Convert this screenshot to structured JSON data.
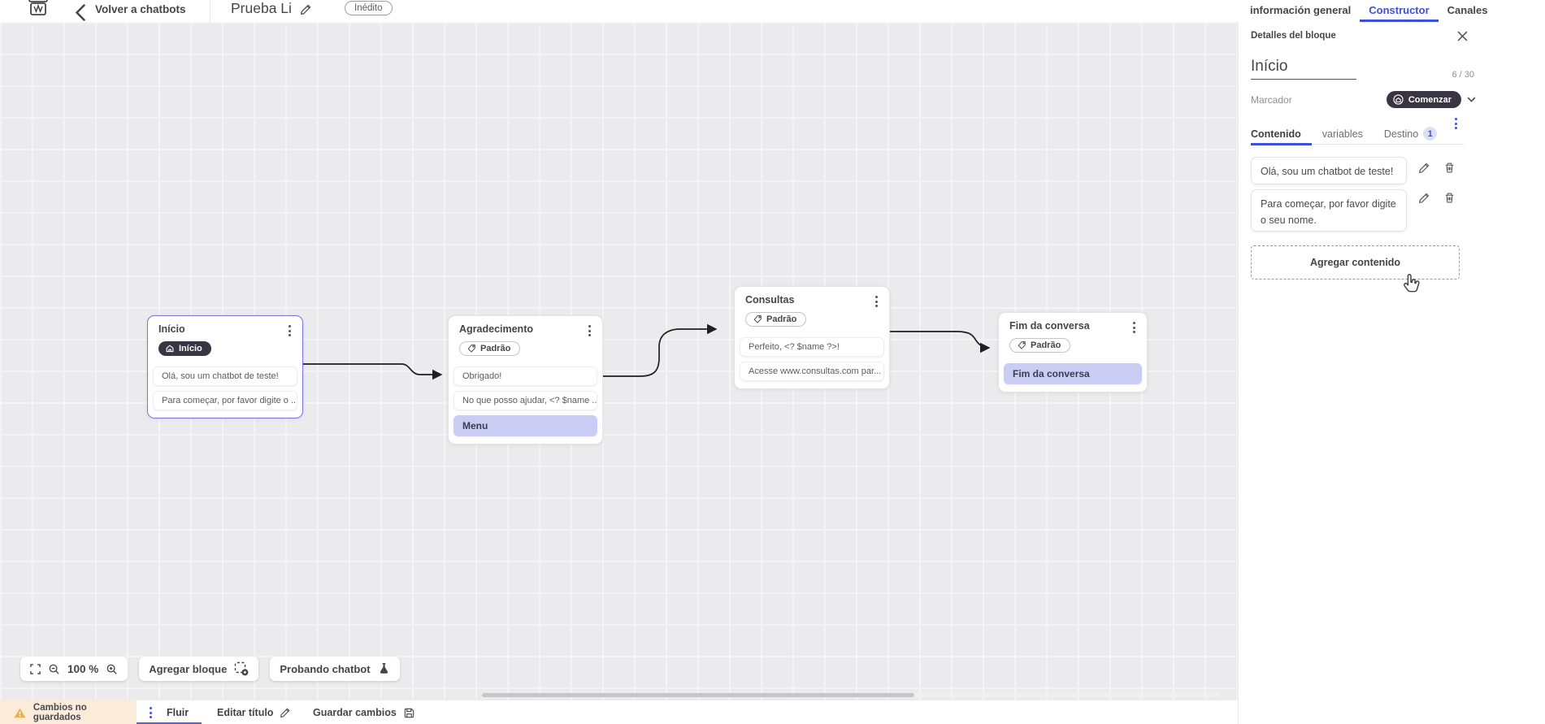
{
  "topbar": {
    "back_label": "Volver a chatbots",
    "title": "Prueba Li",
    "status_badge": "Inédito",
    "tabs": [
      {
        "label": "información general"
      },
      {
        "label": "Constructor"
      },
      {
        "label": "Canales"
      }
    ]
  },
  "panel": {
    "title": "Detalles del bloque",
    "block_name": "Início",
    "char_counter": "6 / 30",
    "marker_label": "Marcador",
    "marker_value": "Comenzar",
    "tabs": [
      {
        "label": "Contenido"
      },
      {
        "label": "variables"
      },
      {
        "label": "Destino",
        "badge": "1"
      }
    ],
    "contents": [
      "Olá, sou um chatbot de teste!",
      "Para começar, por favor digite o seu nome."
    ],
    "add_content_label": "Agregar contenido"
  },
  "canvas": {
    "zoom_level": "100 %",
    "add_block_label": "Agregar bloque",
    "test_chatbot_label": "Probando chatbot",
    "nodes": [
      {
        "title": "Início",
        "badge": "Início",
        "rows": [
          {
            "text": "Olá, sou um chatbot de teste!"
          },
          {
            "text": "Para começar, por favor digite o ..."
          }
        ]
      },
      {
        "title": "Agradecimento",
        "badge": "Padrão",
        "rows": [
          {
            "text": "Obrigado!"
          },
          {
            "text": "No que posso ajudar, <? $name ..."
          },
          {
            "text": "Menu"
          }
        ]
      },
      {
        "title": "Consultas",
        "badge": "Padrão",
        "rows": [
          {
            "text": "Perfeito, <? $name ?>!"
          },
          {
            "text": "Acesse www.consultas.com par..."
          }
        ]
      },
      {
        "title": "Fim da conversa",
        "badge": "Padrão",
        "rows": [
          {
            "text": "Fim da conversa"
          }
        ]
      }
    ]
  },
  "statusbar": {
    "warning": "Cambios no guardados",
    "flow_tab": "Fluir",
    "edit_title_label": "Editar título",
    "save_label": "Guardar cambios"
  },
  "colors": {
    "accent_blue": "#3D50DD",
    "flow_underline": "#5B5FC7",
    "selected_node_border": "#7E71E0",
    "dark_badge": "#3A3542",
    "highlight_row": "#C9CDF3",
    "warning_bg": "#FAECD8",
    "warning_icon": "#E8A33D",
    "canvas_bg": "#EBEBED"
  }
}
